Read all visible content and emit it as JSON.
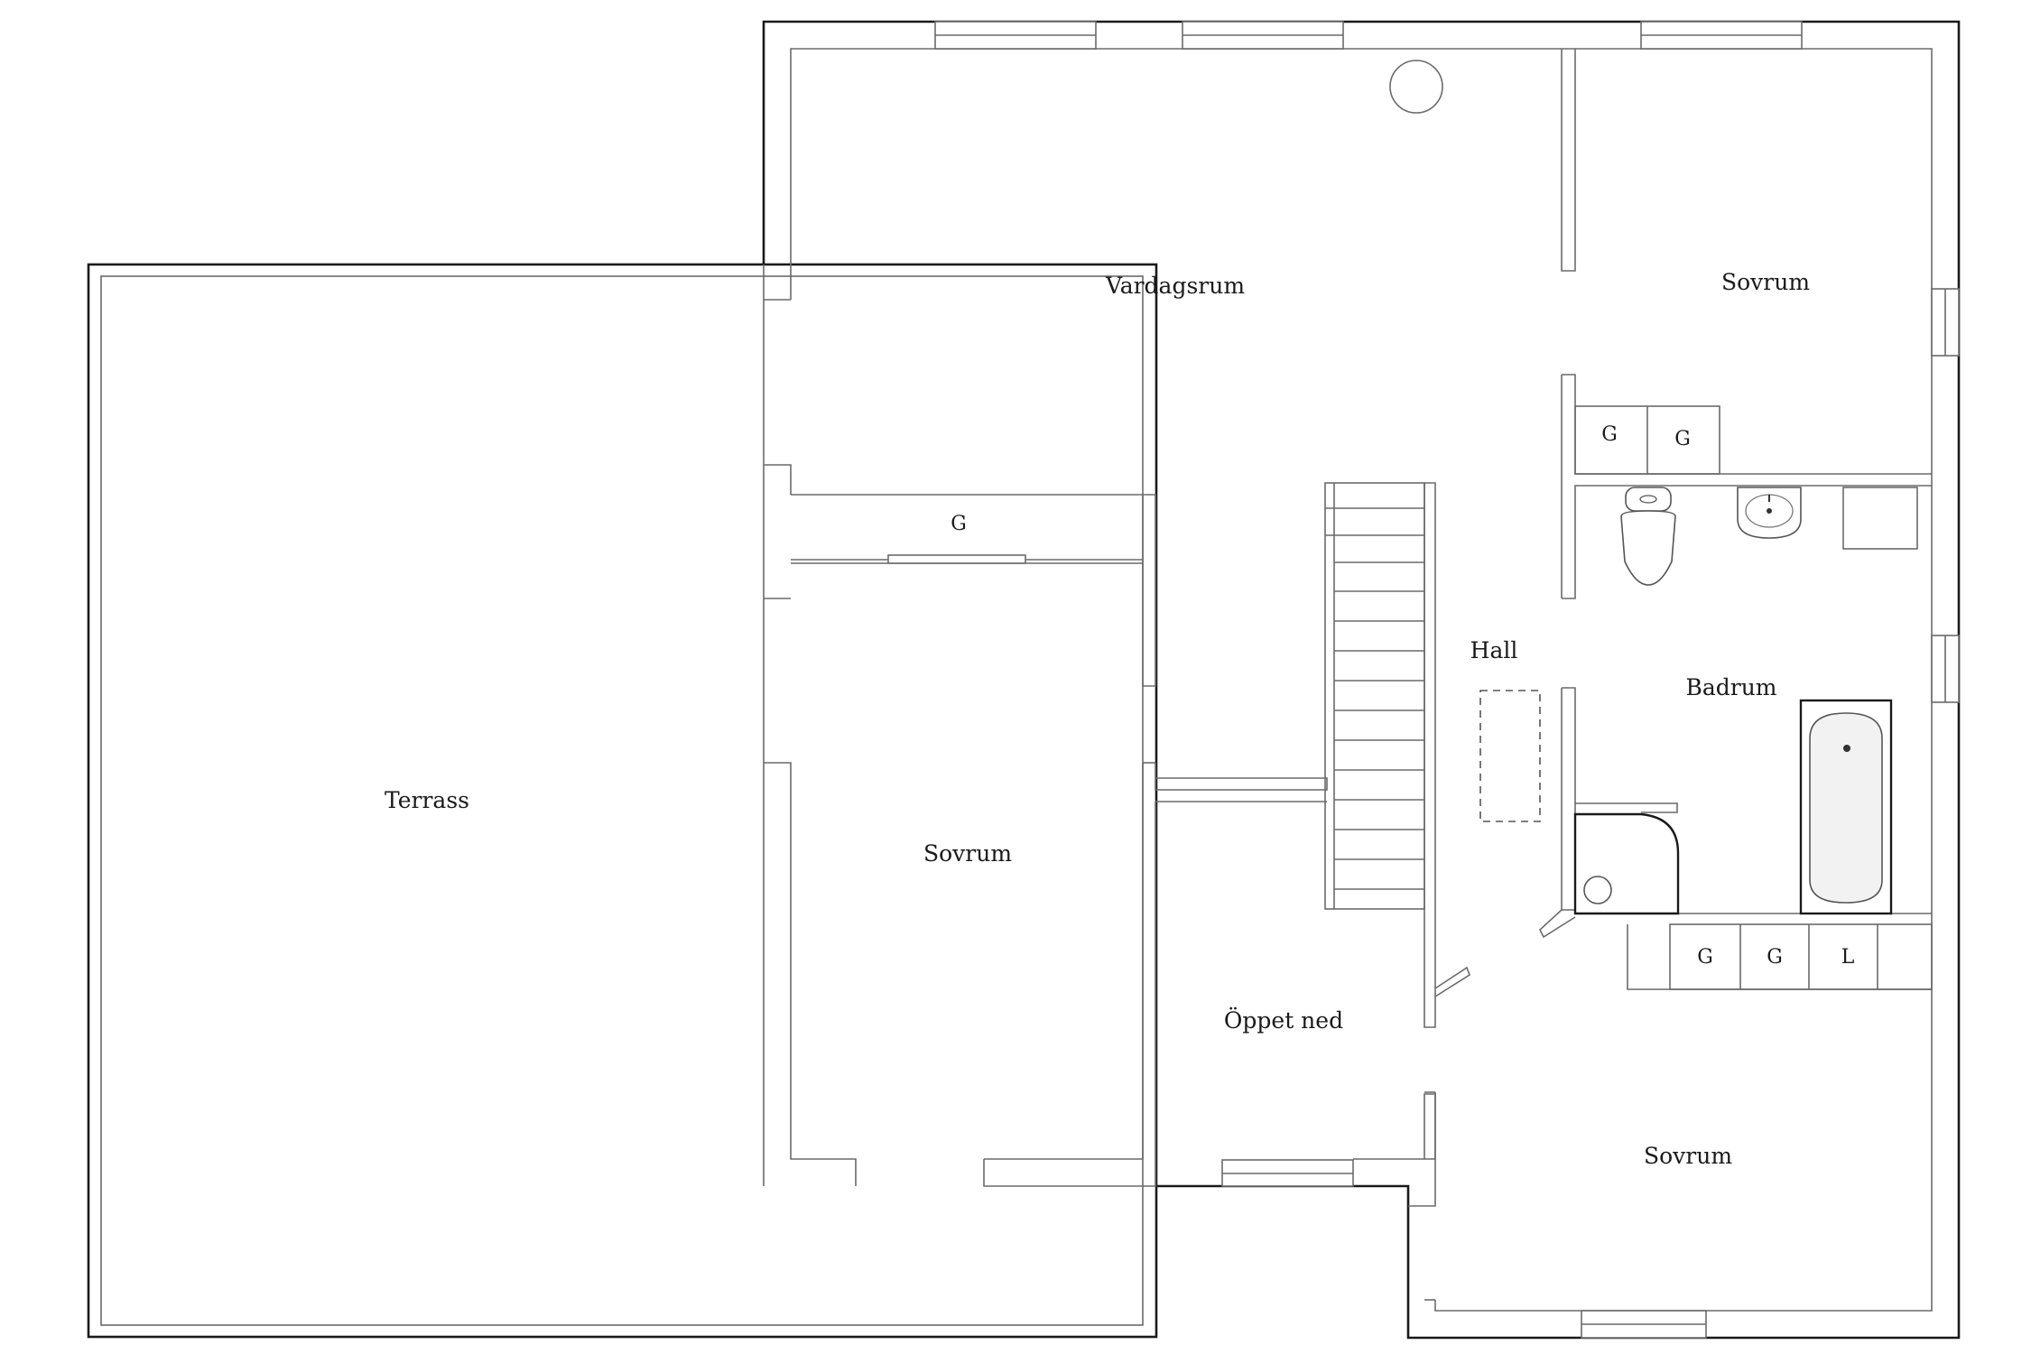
{
  "rooms": {
    "vardagsrum": "Vardagsrum",
    "sovrum_ne": "Sovrum",
    "sovrum_w": "Sovrum",
    "sovrum_se": "Sovrum",
    "terrass": "Terrass",
    "hall": "Hall",
    "badrum": "Badrum",
    "oppet_ned": "Öppet ned"
  },
  "closets": {
    "g1": "G",
    "g2": "G",
    "g3": "G",
    "g4": "G",
    "g5": "G",
    "l1": "L"
  },
  "colors": {
    "wall": "#1a1a1a",
    "line": "#6a6a6a",
    "fixture_fill": "#f2f2f2"
  }
}
